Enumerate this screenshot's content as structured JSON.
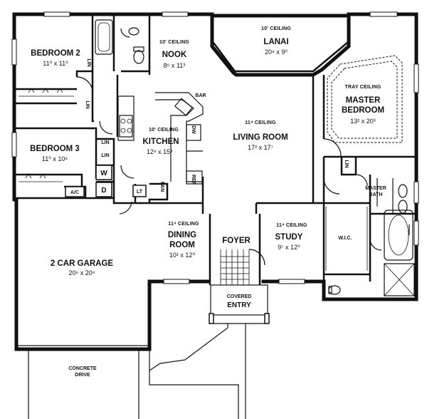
{
  "rooms": {
    "bedroom2": {
      "name": "BEDROOM 2",
      "dim": "11⁰ x 11⁰"
    },
    "bedroom3": {
      "name": "BEDROOM 3",
      "dim": "11⁰ x 10⁶"
    },
    "nook": {
      "ceiling": "10' CEILING",
      "name": "NOOK",
      "dim": "8⁶ x 11³"
    },
    "lanai": {
      "ceiling": "10' CEILING",
      "name": "LANAI",
      "dim": "20⁸ x 9⁰"
    },
    "master": {
      "ceiling": "TRAY CEILING",
      "name1": "MASTER",
      "name2": "BEDROOM",
      "dim": "13² x 20³"
    },
    "kitchen": {
      "ceiling": "10' CEILING",
      "name": "KITCHEN",
      "dim": "12⁹ x 15³"
    },
    "living": {
      "ceiling": "11⁴ CEILING",
      "name": "LIVING ROOM",
      "dim": "17² x 17⁷"
    },
    "dining": {
      "ceiling": "11⁴ CEILING",
      "name1": "DINING",
      "name2": "ROOM",
      "dim": "10¹ x 12⁰"
    },
    "foyer": {
      "name": "FOYER"
    },
    "study": {
      "ceiling": "11⁴ CEILING",
      "name": "STUDY",
      "dim": "9⁷ x 12⁰"
    },
    "garage": {
      "name": "2 CAR GARAGE",
      "dim": "20⁶ x 20⁶"
    },
    "entry": {
      "line1": "COVERED",
      "line2": "ENTRY"
    },
    "drive": {
      "line1": "CONCRETE",
      "line2": "DRIVE"
    },
    "masterbath": {
      "line1": "MASTER",
      "line2": "BATH"
    },
    "wic": {
      "name": "W.I.C."
    }
  },
  "tags": {
    "lin": "LIN",
    "bar": "BAR",
    "dw": "DW",
    "ref": "REF",
    "ac": "A/C",
    "w": "W",
    "d": "D",
    "lt": "LT",
    "pan": "PAN"
  }
}
